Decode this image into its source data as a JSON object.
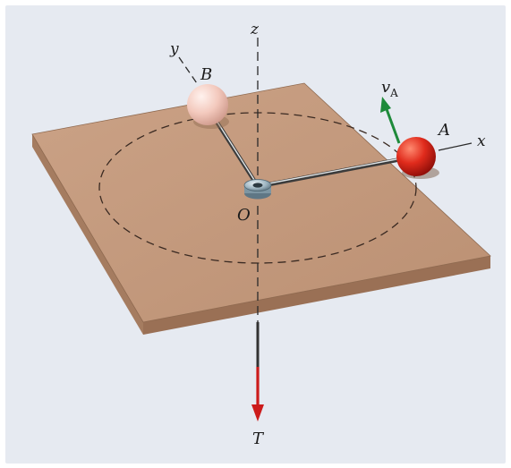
{
  "labels": {
    "z": "z",
    "y": "y",
    "x": "x",
    "B": "B",
    "A": "A",
    "O": "O",
    "T": "T",
    "vA_main": "v",
    "vA_sub": "A"
  },
  "colors": {
    "plate_top": "#c49a7e",
    "plate_side": "#9c7458",
    "plate_front": "#b5896b",
    "ball_A": "#d8221a",
    "ball_B": "#f2c8bd",
    "velocity_arrow": "#1e8a3a",
    "tension_arrow": "#cc1b1b",
    "page_bg": "#e6eaf1"
  }
}
